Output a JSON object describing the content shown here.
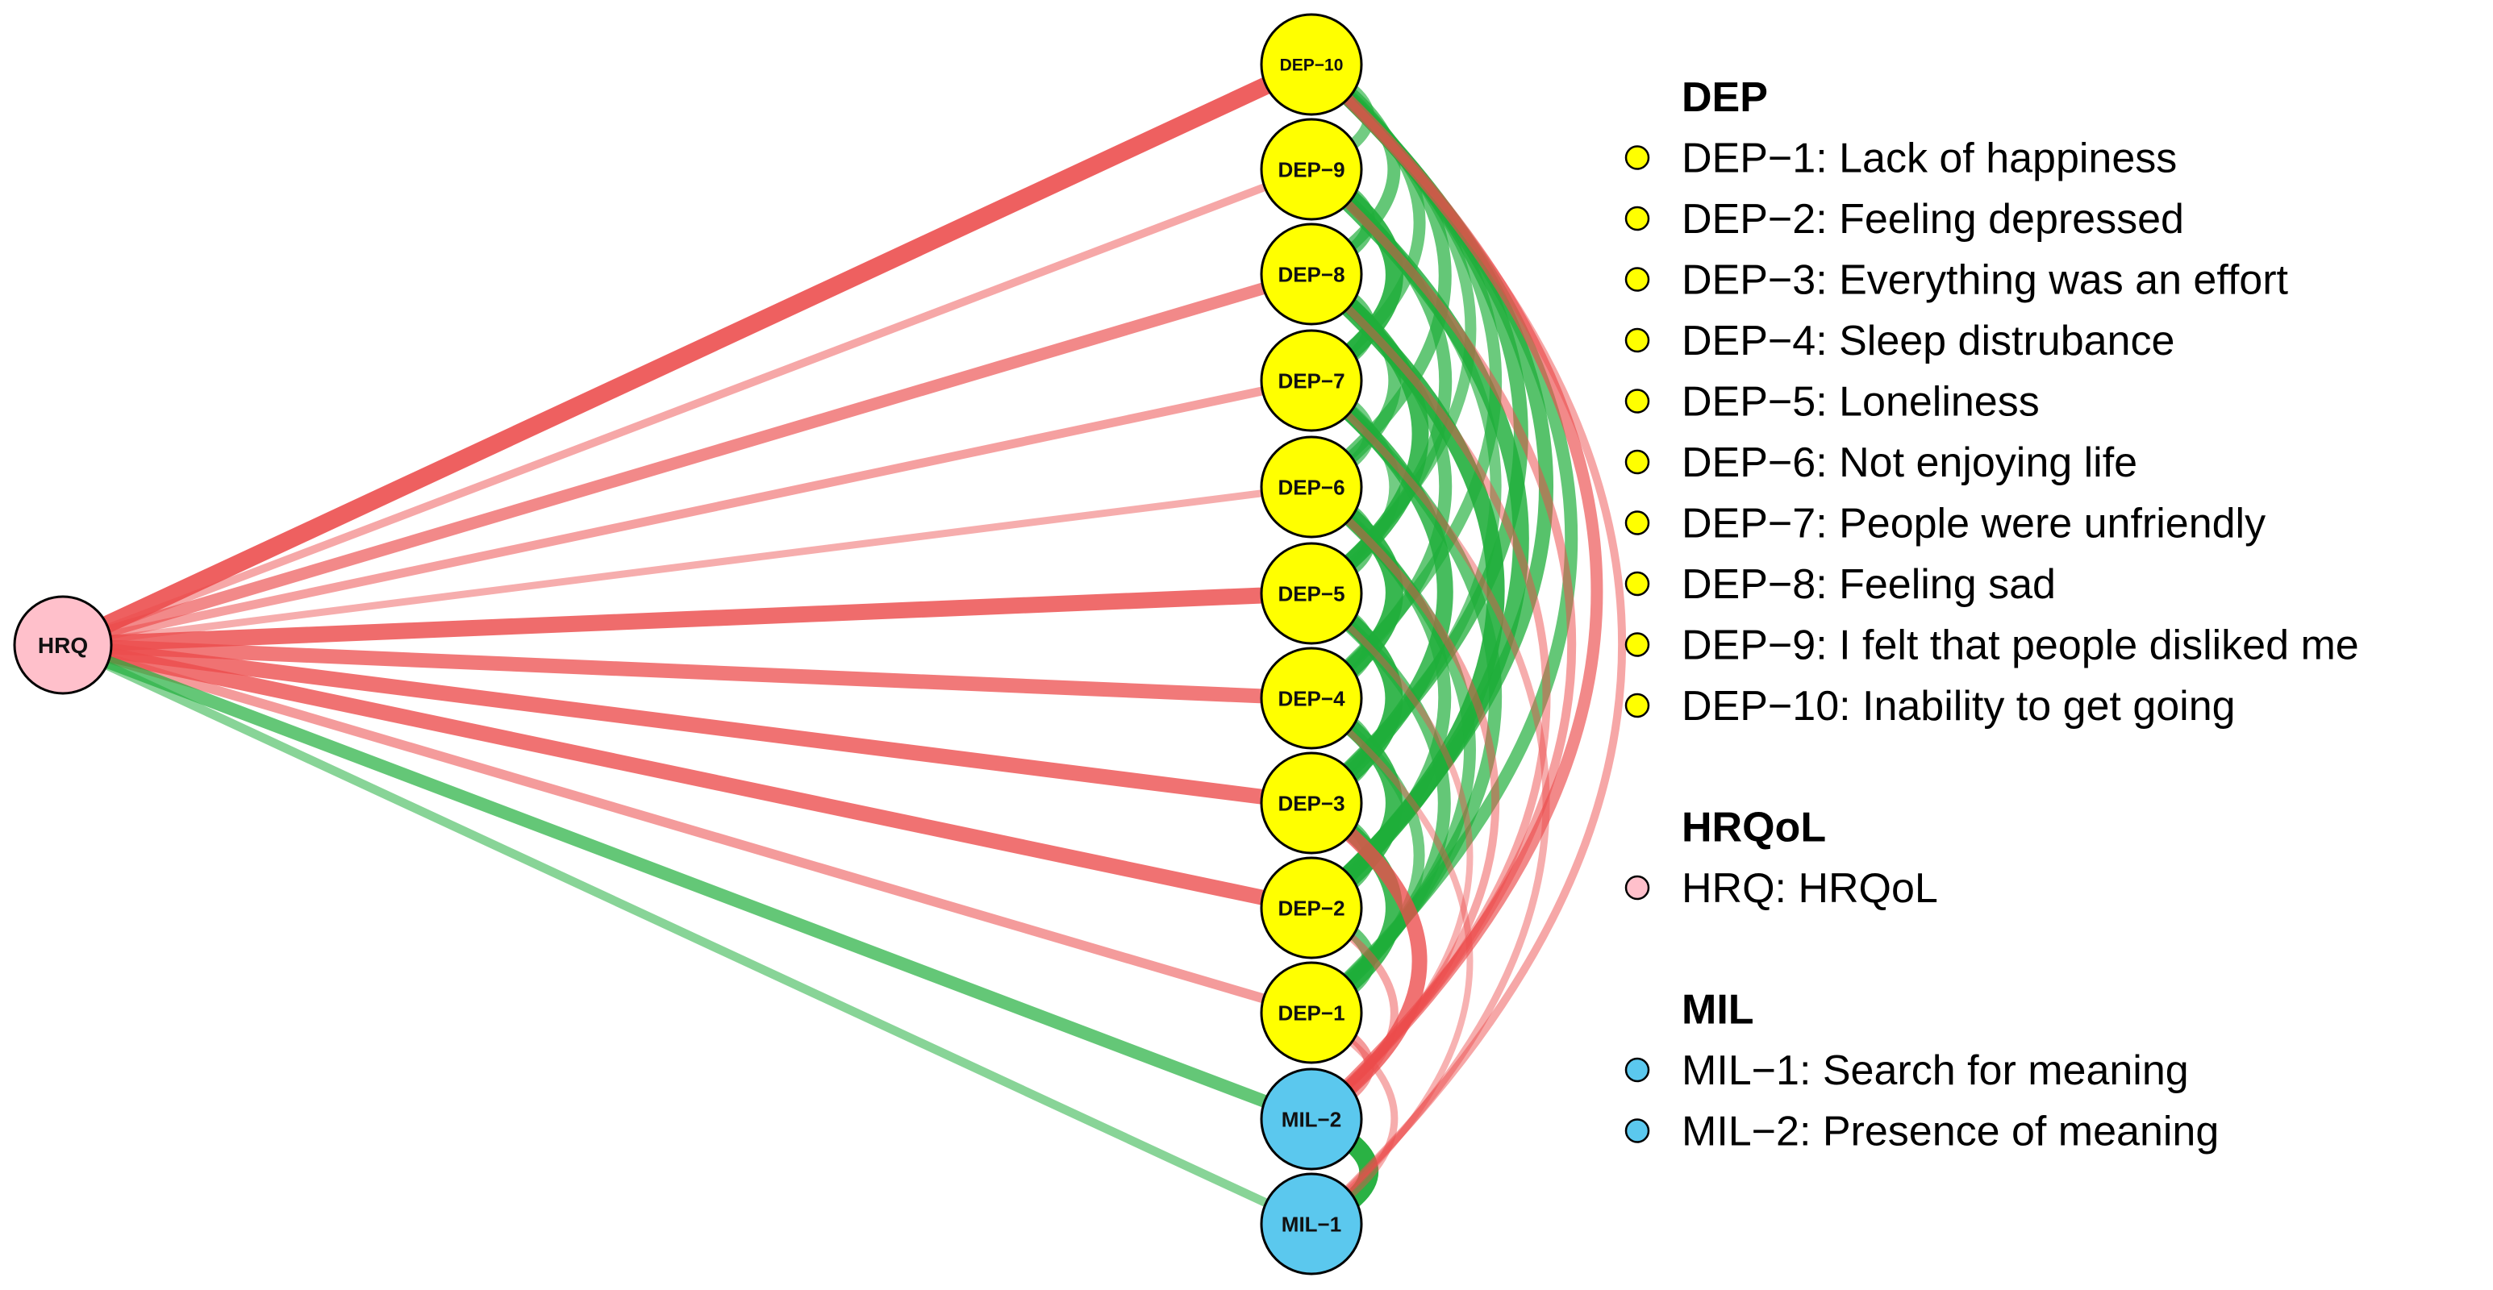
{
  "colors": {
    "dep": "#ffff00",
    "hrq": "#ffc0cb",
    "mil": "#5bc8ee",
    "negative_edge": "#ec4c4c",
    "positive_edge": "#1fae3a",
    "node_stroke": "#000000"
  },
  "nodes": [
    {
      "id": "HRQ",
      "label": "HRQ",
      "group": "hrq"
    },
    {
      "id": "DEP-10",
      "label": "DEP−10",
      "group": "dep"
    },
    {
      "id": "DEP-9",
      "label": "DEP−9",
      "group": "dep"
    },
    {
      "id": "DEP-8",
      "label": "DEP−8",
      "group": "dep"
    },
    {
      "id": "DEP-7",
      "label": "DEP−7",
      "group": "dep"
    },
    {
      "id": "DEP-6",
      "label": "DEP−6",
      "group": "dep"
    },
    {
      "id": "DEP-5",
      "label": "DEP−5",
      "group": "dep"
    },
    {
      "id": "DEP-4",
      "label": "DEP−4",
      "group": "dep"
    },
    {
      "id": "DEP-3",
      "label": "DEP−3",
      "group": "dep"
    },
    {
      "id": "DEP-2",
      "label": "DEP−2",
      "group": "dep"
    },
    {
      "id": "DEP-1",
      "label": "DEP−1",
      "group": "dep"
    },
    {
      "id": "MIL-2",
      "label": "MIL−2",
      "group": "mil"
    },
    {
      "id": "MIL-1",
      "label": "MIL−1",
      "group": "mil"
    }
  ],
  "edges": [
    {
      "from": "HRQ",
      "to": "DEP-10",
      "sign": "negative",
      "weight": 0.9
    },
    {
      "from": "HRQ",
      "to": "DEP-9",
      "sign": "negative",
      "weight": 0.3
    },
    {
      "from": "HRQ",
      "to": "DEP-8",
      "sign": "negative",
      "weight": 0.55
    },
    {
      "from": "HRQ",
      "to": "DEP-7",
      "sign": "negative",
      "weight": 0.35
    },
    {
      "from": "HRQ",
      "to": "DEP-6",
      "sign": "negative",
      "weight": 0.25
    },
    {
      "from": "HRQ",
      "to": "DEP-5",
      "sign": "negative",
      "weight": 0.8
    },
    {
      "from": "HRQ",
      "to": "DEP-4",
      "sign": "negative",
      "weight": 0.7
    },
    {
      "from": "HRQ",
      "to": "DEP-3",
      "sign": "negative",
      "weight": 0.75
    },
    {
      "from": "HRQ",
      "to": "DEP-2",
      "sign": "negative",
      "weight": 0.75
    },
    {
      "from": "HRQ",
      "to": "DEP-1",
      "sign": "negative",
      "weight": 0.4
    },
    {
      "from": "HRQ",
      "to": "MIL-2",
      "sign": "positive",
      "weight": 0.6
    },
    {
      "from": "HRQ",
      "to": "MIL-1",
      "sign": "positive",
      "weight": 0.35
    },
    {
      "from": "DEP-10",
      "to": "DEP-9",
      "sign": "positive",
      "weight": 0.5
    },
    {
      "from": "DEP-10",
      "to": "DEP-8",
      "sign": "positive",
      "weight": 0.6
    },
    {
      "from": "DEP-10",
      "to": "DEP-7",
      "sign": "positive",
      "weight": 0.55
    },
    {
      "from": "DEP-10",
      "to": "DEP-6",
      "sign": "positive",
      "weight": 0.6
    },
    {
      "from": "DEP-10",
      "to": "DEP-5",
      "sign": "positive",
      "weight": 0.5
    },
    {
      "from": "DEP-10",
      "to": "DEP-4",
      "sign": "positive",
      "weight": 0.55
    },
    {
      "from": "DEP-10",
      "to": "DEP-3",
      "sign": "positive",
      "weight": 0.7
    },
    {
      "from": "DEP-10",
      "to": "DEP-2",
      "sign": "positive",
      "weight": 0.7
    },
    {
      "from": "DEP-10",
      "to": "DEP-1",
      "sign": "positive",
      "weight": 0.6
    },
    {
      "from": "DEP-9",
      "to": "DEP-8",
      "sign": "positive",
      "weight": 0.6
    },
    {
      "from": "DEP-9",
      "to": "DEP-7",
      "sign": "positive",
      "weight": 0.9
    },
    {
      "from": "DEP-9",
      "to": "DEP-5",
      "sign": "positive",
      "weight": 0.6
    },
    {
      "from": "DEP-9",
      "to": "DEP-3",
      "sign": "positive",
      "weight": 0.5
    },
    {
      "from": "DEP-9",
      "to": "DEP-2",
      "sign": "positive",
      "weight": 0.8
    },
    {
      "from": "DEP-8",
      "to": "DEP-7",
      "sign": "positive",
      "weight": 0.6
    },
    {
      "from": "DEP-8",
      "to": "DEP-6",
      "sign": "positive",
      "weight": 0.6
    },
    {
      "from": "DEP-8",
      "to": "DEP-5",
      "sign": "positive",
      "weight": 0.85
    },
    {
      "from": "DEP-8",
      "to": "DEP-4",
      "sign": "positive",
      "weight": 0.6
    },
    {
      "from": "DEP-8",
      "to": "DEP-2",
      "sign": "positive",
      "weight": 0.9
    },
    {
      "from": "DEP-7",
      "to": "DEP-6",
      "sign": "positive",
      "weight": 0.5
    },
    {
      "from": "DEP-7",
      "to": "DEP-5",
      "sign": "positive",
      "weight": 0.5
    },
    {
      "from": "DEP-7",
      "to": "DEP-3",
      "sign": "positive",
      "weight": 0.8
    },
    {
      "from": "DEP-7",
      "to": "DEP-1",
      "sign": "positive",
      "weight": 0.6
    },
    {
      "from": "DEP-6",
      "to": "DEP-5",
      "sign": "positive",
      "weight": 0.6
    },
    {
      "from": "DEP-6",
      "to": "DEP-4",
      "sign": "positive",
      "weight": 0.9
    },
    {
      "from": "DEP-6",
      "to": "DEP-2",
      "sign": "positive",
      "weight": 0.6
    },
    {
      "from": "DEP-6",
      "to": "DEP-1",
      "sign": "positive",
      "weight": 0.55
    },
    {
      "from": "DEP-5",
      "to": "DEP-4",
      "sign": "positive",
      "weight": 0.55
    },
    {
      "from": "DEP-5",
      "to": "DEP-3",
      "sign": "positive",
      "weight": 0.9
    },
    {
      "from": "DEP-5",
      "to": "DEP-1",
      "sign": "positive",
      "weight": 0.6
    },
    {
      "from": "DEP-4",
      "to": "DEP-3",
      "sign": "positive",
      "weight": 0.55
    },
    {
      "from": "DEP-4",
      "to": "DEP-2",
      "sign": "positive",
      "weight": 0.85
    },
    {
      "from": "DEP-4",
      "to": "DEP-1",
      "sign": "positive",
      "weight": 0.5
    },
    {
      "from": "DEP-3",
      "to": "DEP-2",
      "sign": "positive",
      "weight": 0.6
    },
    {
      "from": "DEP-3",
      "to": "DEP-1",
      "sign": "positive",
      "weight": 0.85
    },
    {
      "from": "DEP-2",
      "to": "DEP-1",
      "sign": "positive",
      "weight": 0.6
    },
    {
      "from": "MIL-2",
      "to": "MIL-1",
      "sign": "positive",
      "weight": 1.0
    },
    {
      "from": "MIL-2",
      "to": "DEP-10",
      "sign": "negative",
      "weight": 0.55
    },
    {
      "from": "MIL-2",
      "to": "DEP-9",
      "sign": "negative",
      "weight": 0.35
    },
    {
      "from": "MIL-2",
      "to": "DEP-8",
      "sign": "negative",
      "weight": 0.3
    },
    {
      "from": "MIL-2",
      "to": "DEP-6",
      "sign": "negative",
      "weight": 0.3
    },
    {
      "from": "MIL-2",
      "to": "DEP-5",
      "sign": "negative",
      "weight": 0.2
    },
    {
      "from": "MIL-2",
      "to": "DEP-3",
      "sign": "negative",
      "weight": 0.75
    },
    {
      "from": "MIL-2",
      "to": "DEP-2",
      "sign": "negative",
      "weight": 0.3
    },
    {
      "from": "MIL-2",
      "to": "DEP-1",
      "sign": "negative",
      "weight": 0.4
    },
    {
      "from": "MIL-1",
      "to": "DEP-10",
      "sign": "negative",
      "weight": 0.3
    },
    {
      "from": "MIL-1",
      "to": "DEP-7",
      "sign": "negative",
      "weight": 0.25
    },
    {
      "from": "MIL-1",
      "to": "DEP-4",
      "sign": "negative",
      "weight": 0.2
    },
    {
      "from": "MIL-1",
      "to": "DEP-1",
      "sign": "negative",
      "weight": 0.25
    }
  ],
  "legend": {
    "groups": [
      {
        "title": "DEP",
        "color_key": "dep",
        "items": [
          "DEP−1: Lack of happiness",
          "DEP−2: Feeling depressed",
          "DEP−3: Everything was an effort",
          "DEP−4: Sleep distrubance",
          "DEP−5: Loneliness",
          "DEP−6: Not enjoying life",
          "DEP−7: People were unfriendly",
          "DEP−8: Feeling sad",
          "DEP−9: I felt that people disliked me",
          "DEP−10: Inability to get going"
        ]
      },
      {
        "title": "HRQoL",
        "color_key": "hrq",
        "items": [
          "HRQ: HRQoL"
        ]
      },
      {
        "title": "MIL",
        "color_key": "mil",
        "items": [
          "MIL−1: Search for meaning",
          "MIL−2: Presence of meaning"
        ]
      }
    ]
  }
}
